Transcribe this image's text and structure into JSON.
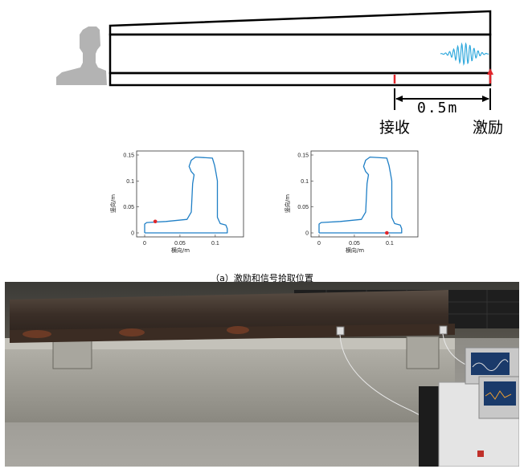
{
  "top_diagram": {
    "distance_label": "0.5m",
    "receive_label": "接收",
    "excite_label": "激励"
  },
  "plots": [
    {
      "xlabel": "横向/m",
      "ylabel": "竖向/m",
      "xticks": [
        "0",
        "0.05",
        "0.1"
      ],
      "yticks": [
        "0",
        "0.05",
        "0.1",
        "0.15"
      ],
      "point": {
        "x": 0.015,
        "y": 0.022,
        "color": "#e0262b"
      },
      "outline_color": "#1f7fc6"
    },
    {
      "xlabel": "横向/m",
      "ylabel": "竖向/m",
      "xticks": [
        "0",
        "0.05",
        "0.1"
      ],
      "yticks": [
        "0",
        "0.05",
        "0.1",
        "0.15"
      ],
      "point": {
        "x": 0.096,
        "y": 0.0,
        "color": "#e0262b"
      },
      "outline_color": "#1f7fc6"
    }
  ],
  "caption": "（a）激励和信号拾取位置",
  "colors": {
    "rail_gray": "#b3b3b3",
    "marker_red": "#e0262b",
    "wave_blue": "#33aadd"
  }
}
